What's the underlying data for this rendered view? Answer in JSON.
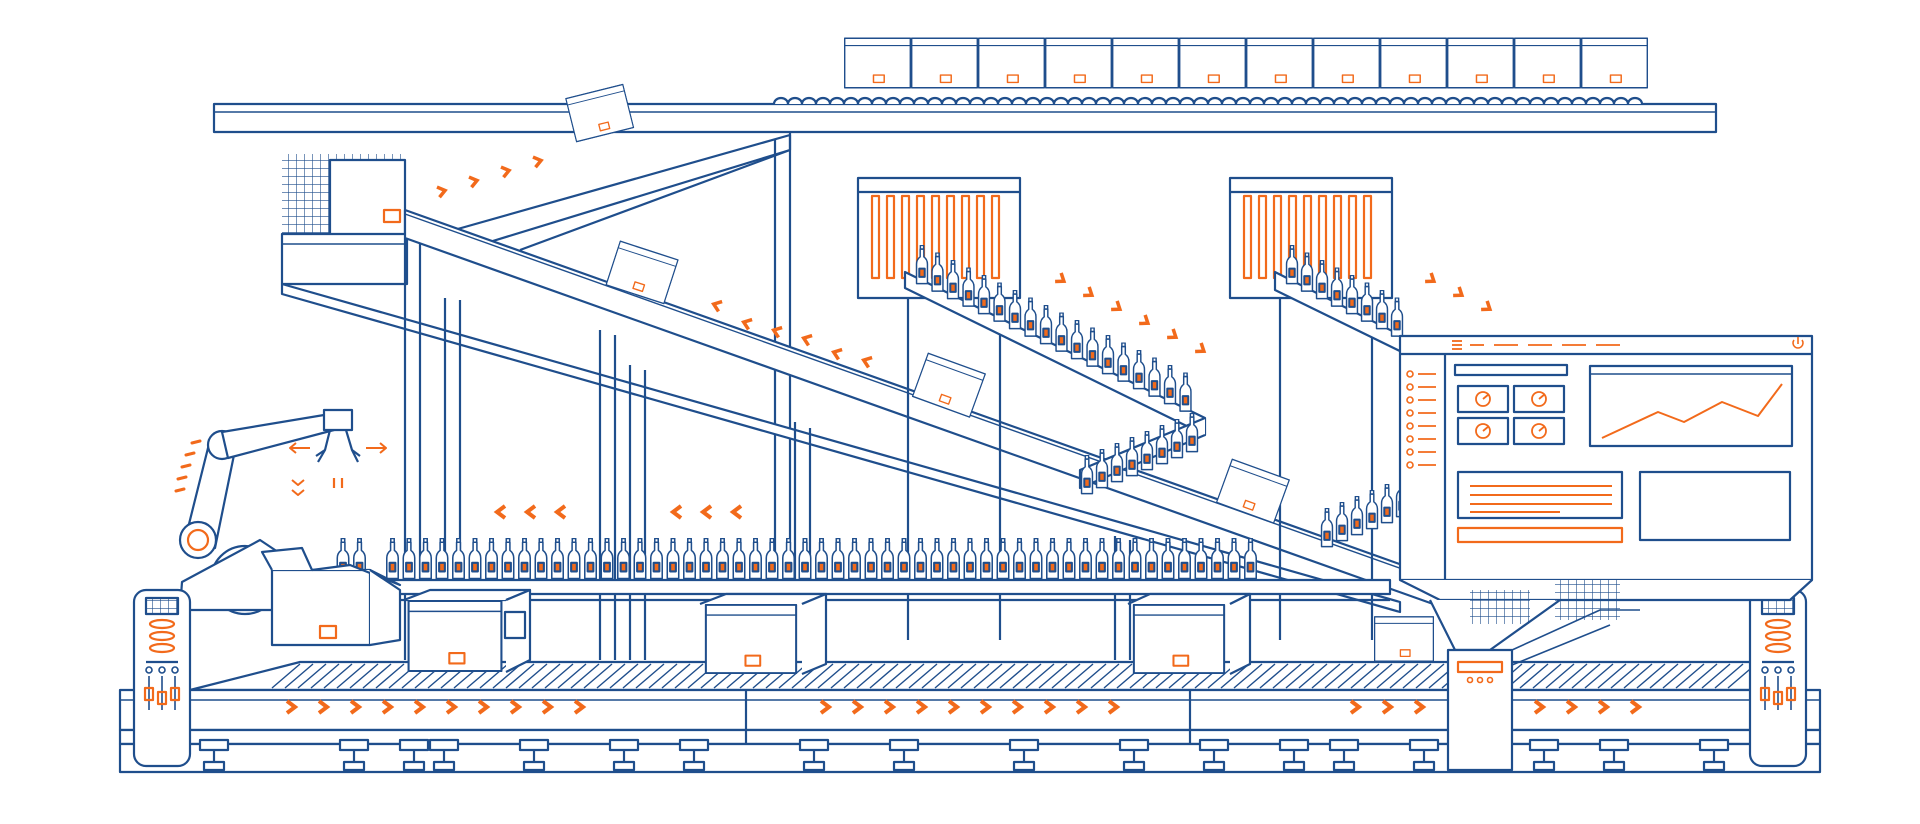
{
  "illustration": {
    "colors": {
      "line": "#1f4e8c",
      "accent": "#f26a1b",
      "background": "#ffffff"
    }
  },
  "top_conveyor": {
    "box_count": 12
  },
  "ramps": {
    "count": 2
  },
  "robot_arm": {
    "icon": "robotic-gripper-icon"
  },
  "control_panel": {
    "icons": [
      "menu-icon",
      "power-icon",
      "gauge-icon"
    ],
    "gauge_count": 4,
    "chart_icon": "trend-line-icon",
    "sidebar_bullets": 8
  },
  "main_conveyor": {
    "arrow_icon": "chevron-right-icon",
    "groups": [
      10,
      10,
      3,
      4
    ]
  },
  "side_panels": {
    "icon": "control-slider-icon",
    "count": 2
  }
}
